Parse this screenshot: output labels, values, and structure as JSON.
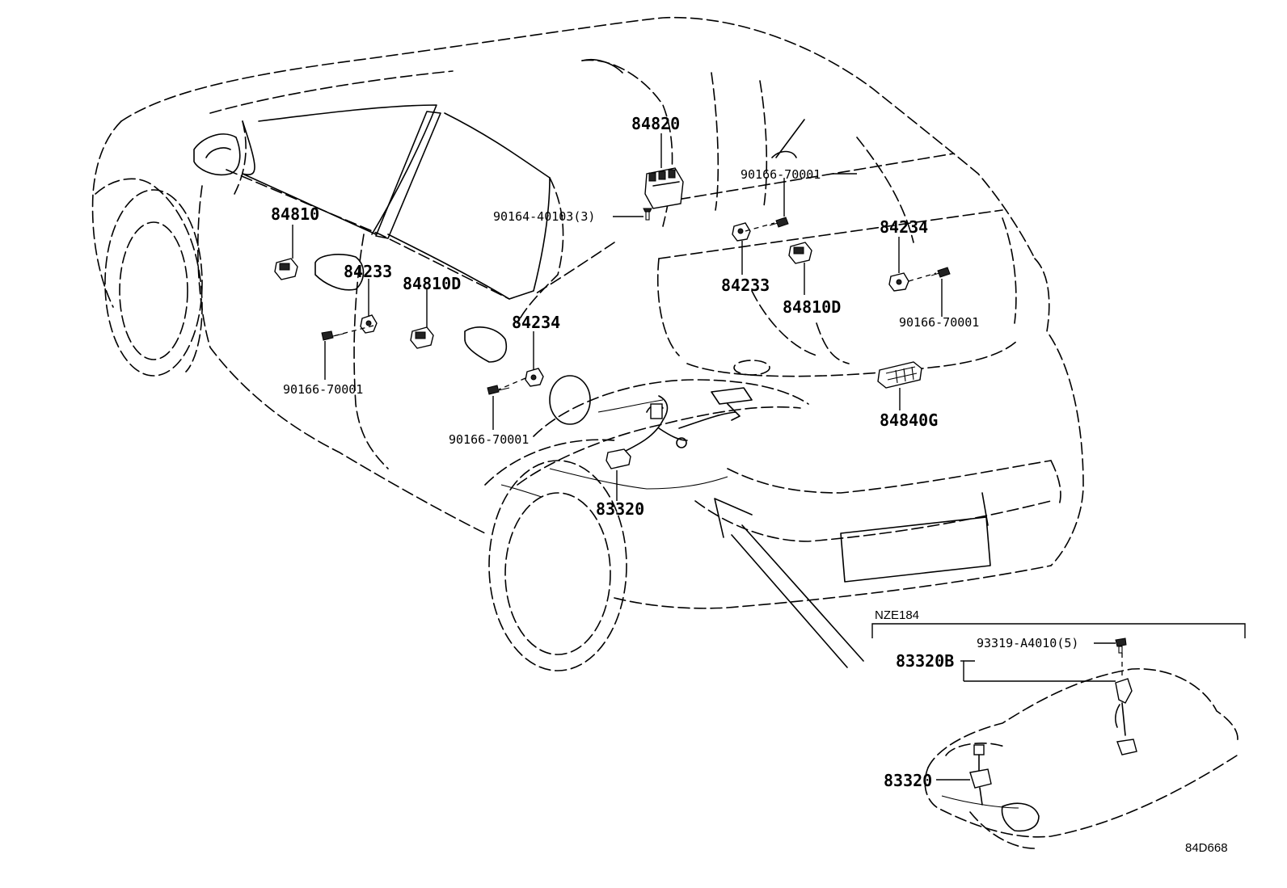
{
  "labels": {
    "p84820": "84820",
    "p84810": "84810",
    "p84233_left": "84233",
    "p84810D_left": "84810D",
    "p84234_left": "84234",
    "p90164": "90164-40103(3)",
    "p90166_upper": "90166-70001",
    "p84233_right": "84233",
    "p84810D_right": "84810D",
    "p84234_right": "84234",
    "p90166_right": "90166-70001",
    "p90166_left": "90166-70001",
    "p90166_center": "90166-70001",
    "p84840G": "84840G",
    "p83320": "83320"
  },
  "inset": {
    "title": "NZE184",
    "p93319": "93319-A4010(5)",
    "p83320B": "83320B",
    "p83320": "83320"
  },
  "diagram_code": "84D668"
}
